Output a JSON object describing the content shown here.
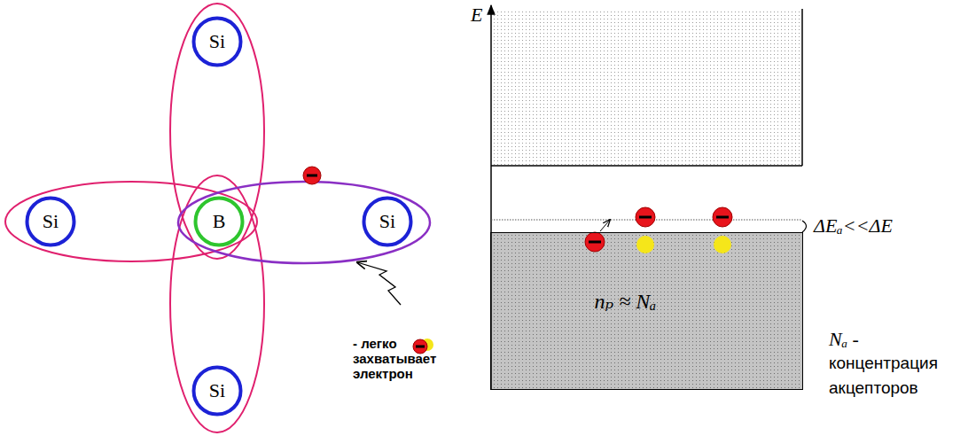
{
  "diagram": {
    "nodes": [
      {
        "text": [
          "Si"
        ]
      },
      {
        "text": [
          "Si"
        ]
      },
      {
        "text": [
          "B"
        ]
      },
      {
        "text": [
          "Si"
        ]
      },
      {
        "text": [
          "Si"
        ]
      },
      {
        "text": [
          "nₚ ≈ Nₐ"
        ]
      }
    ],
    "labels": [
      "E",
      "ΔEₐ<<ΔE",
      "Nₐ -",
      "концентрация",
      "акцепторов",
      "- легко захватывает электрон"
    ]
  }
}
